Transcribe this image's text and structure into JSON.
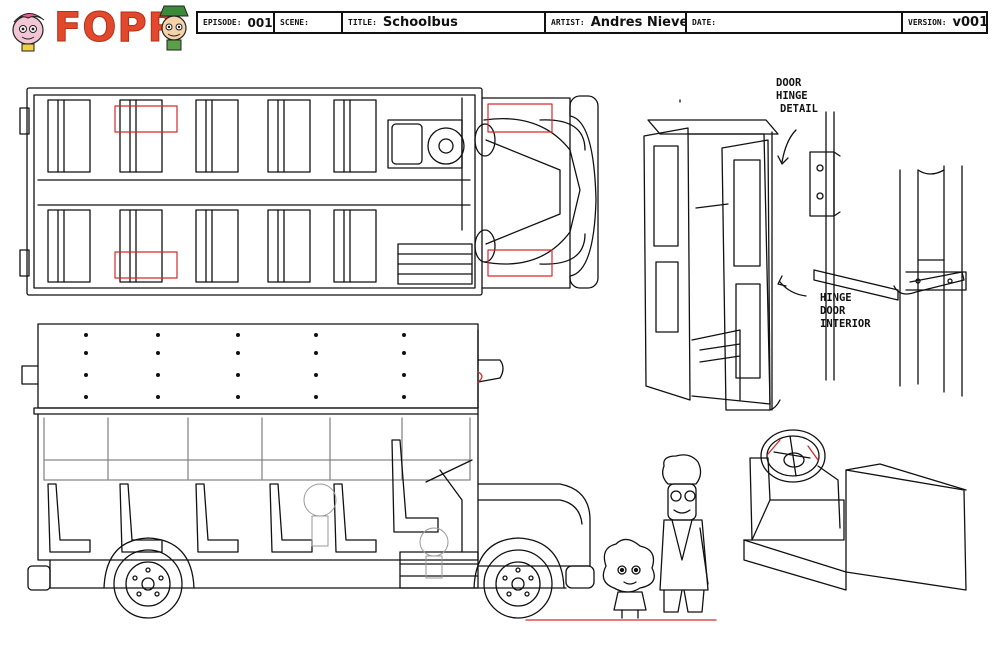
{
  "logo": {
    "text": "FOPR"
  },
  "title_block": {
    "episode": {
      "label": "EPISODE:",
      "value": "001"
    },
    "scene": {
      "label": "SCENE:",
      "value": ""
    },
    "title": {
      "label": "TITLE:",
      "value": "Schoolbus"
    },
    "artist": {
      "label": "ARTIST:",
      "value": "Andres Nieves"
    },
    "date": {
      "label": "DATE:",
      "value": ""
    },
    "version": {
      "label": "VERSION:",
      "value": "v001"
    }
  },
  "annotations": {
    "door_hinge_detail": [
      "DOOR",
      "HINGE",
      "DETAIL"
    ],
    "hinge_door_interior": [
      "HINGE",
      "DOOR",
      "INTERIOR"
    ]
  },
  "colors": {
    "logo": "#e2482b",
    "line": "#111111",
    "marker": "#d42a2a"
  }
}
